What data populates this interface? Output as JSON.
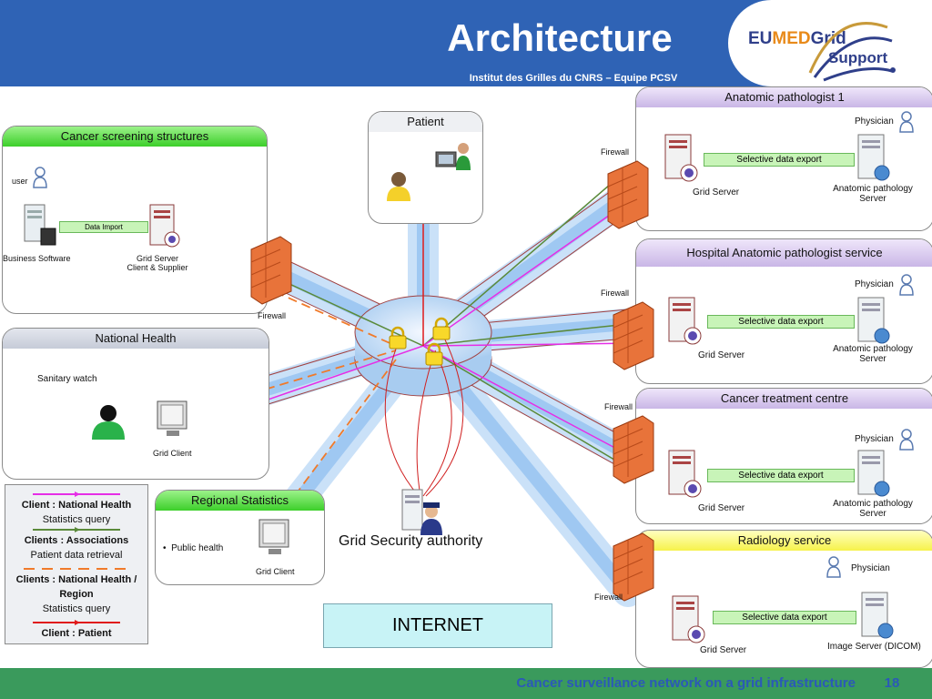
{
  "header": {
    "title": "Architecture",
    "subtitle": "Institut des Grilles du CNRS – Equipe PCSV",
    "logo_text_1": "EU",
    "logo_text_2": "MED",
    "logo_text_3": "Grid",
    "logo_text_4": "Support"
  },
  "boxes": {
    "cancer_screening": {
      "title": "Cancer screening structures",
      "user": "user",
      "business_software": "Business Software",
      "data_import": "Data Import",
      "grid_server_line1": "Grid Server",
      "grid_server_line2": "Client & Supplier"
    },
    "patient": {
      "title": "Patient"
    },
    "national_health": {
      "title": "National Health",
      "sanitary_watch": "Sanitary watch",
      "grid_client": "Grid Client"
    },
    "regional_statistics": {
      "title": "Regional Statistics",
      "bullet": "Public health",
      "grid_client": "Grid Client"
    },
    "anatomic_1": {
      "title": "Anatomic pathologist 1",
      "physician": "Physician",
      "export": "Selective data export",
      "grid_server": "Grid Server",
      "server_line1": "Anatomic pathology",
      "server_line2": "Server"
    },
    "hospital": {
      "title": "Hospital Anatomic pathologist service",
      "physician": "Physician",
      "export": "Selective data export",
      "grid_server": "Grid Server",
      "server_line1": "Anatomic pathology",
      "server_line2": "Server"
    },
    "cancer_treatment": {
      "title": "Cancer treatment centre",
      "physician": "Physician",
      "export": "Selective data export",
      "grid_server": "Grid Server",
      "server_line1": "Anatomic pathology",
      "server_line2": "Server"
    },
    "radiology": {
      "title": "Radiology service",
      "physician": "Physician",
      "export": "Selective data export",
      "grid_server": "Grid Server",
      "server": "Image Server (DICOM)"
    }
  },
  "firewall_label": "Firewall",
  "security_authority": "Grid Security authority",
  "internet": "INTERNET",
  "legend": {
    "items": [
      {
        "text": "Client : National Health",
        "bold": true
      },
      {
        "text": "Statistics query",
        "bold": false
      },
      {
        "text": "Clients : Associations",
        "bold": true
      },
      {
        "text": "Patient data retrieval",
        "bold": false
      },
      {
        "text": "Clients : National Health /",
        "bold": true
      },
      {
        "text": "Region",
        "bold": true
      },
      {
        "text": "Statistics query",
        "bold": false
      },
      {
        "text": "Client : Patient",
        "bold": true
      }
    ]
  },
  "footer": {
    "text": "Cancer surveillance network on a grid infrastructure",
    "page": "18"
  },
  "colors": {
    "header_blue": "#2f63b5",
    "footer_green": "#3a9a5c",
    "national_health_line": "#e62ee6",
    "associations_line": "#5a8a3a",
    "regional_line": "#f07a2a",
    "patient_line": "#e01a1a"
  }
}
